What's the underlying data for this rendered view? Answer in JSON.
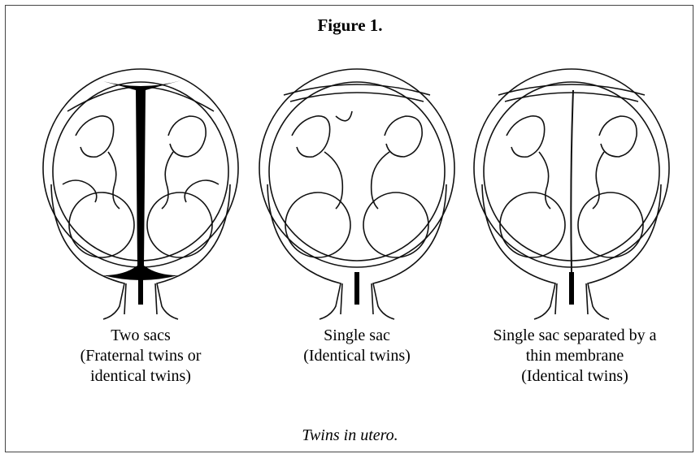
{
  "figure": {
    "title": "Figure 1.",
    "caption": "Twins in utero."
  },
  "panels": [
    {
      "id": "two-sacs",
      "lines": [
        "Two sacs",
        "(Fraternal twins or",
        "identical twins)"
      ]
    },
    {
      "id": "single-sac",
      "lines": [
        "Single sac",
        "(Identical twins)"
      ]
    },
    {
      "id": "single-sac-membrane",
      "lines": [
        "Single sac separated by a",
        "thin membrane",
        "(Identical twins)"
      ]
    }
  ]
}
